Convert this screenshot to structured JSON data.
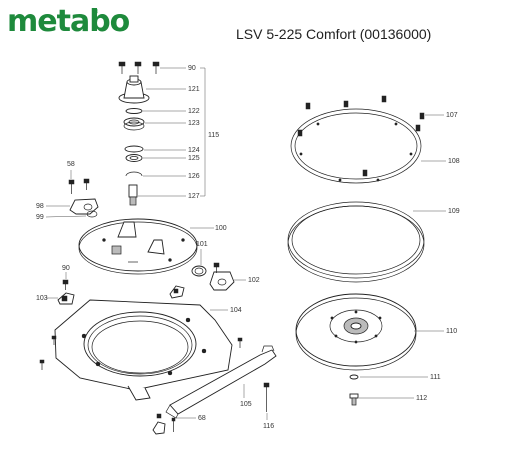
{
  "header": {
    "brand": "metabo",
    "brand_mark": "®",
    "title": "LSV 5-225 Comfort (00136000)"
  },
  "parts": {
    "p90a": "90",
    "p121": "121",
    "p122": "122",
    "p123": "123",
    "p115": "115",
    "p124": "124",
    "p125": "125",
    "p126": "126",
    "p127": "127",
    "p58": "58",
    "p98": "98",
    "p99": "99",
    "p100": "100",
    "p101": "101",
    "p102": "102",
    "p90b": "90",
    "p103": "103",
    "p104": "104",
    "p105": "105",
    "p68": "68",
    "p116": "116",
    "p107": "107",
    "p108": "108",
    "p109": "109",
    "p110": "110",
    "p111": "111",
    "p112": "112"
  }
}
